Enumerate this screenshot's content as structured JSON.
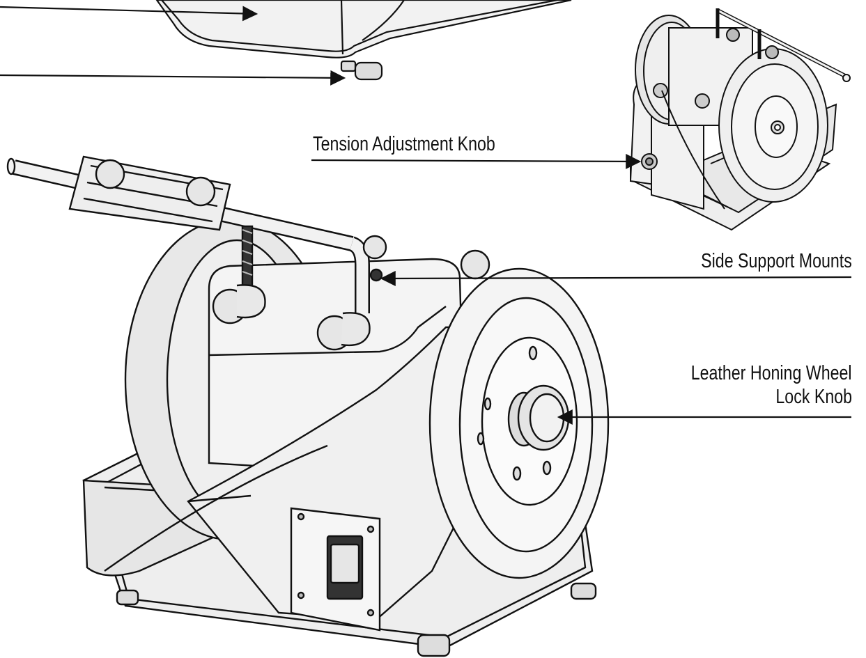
{
  "callouts": {
    "tension_knob": "Tension Adjustment Knob",
    "side_support": "Side Support Mounts",
    "honing_lock_line1": "Leather Honing Wheel",
    "honing_lock_line2": "Lock Knob"
  },
  "colors": {
    "line": "#111111",
    "body_fill": "#f2f2f2",
    "shade_fill": "#dddddd",
    "dark_fill": "#333333",
    "background": "#ffffff"
  }
}
